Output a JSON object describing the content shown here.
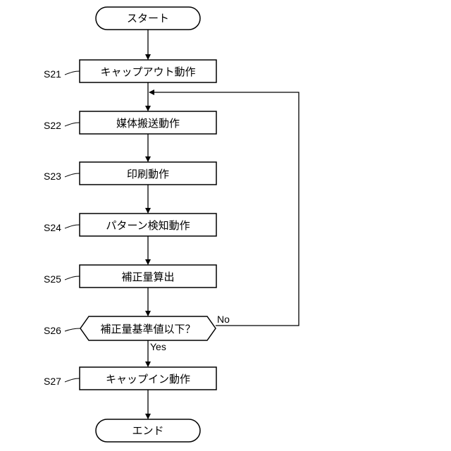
{
  "flow": {
    "start": "スタート",
    "end": "エンド",
    "steps": [
      {
        "id": "S21",
        "label": "キャップアウト動作"
      },
      {
        "id": "S22",
        "label": "媒体搬送動作"
      },
      {
        "id": "S23",
        "label": "印刷動作"
      },
      {
        "id": "S24",
        "label": "パターン検知動作"
      },
      {
        "id": "S25",
        "label": "補正量算出"
      }
    ],
    "decision": {
      "id": "S26",
      "label": "補正量基準値以下？",
      "yes": "Yes",
      "no": "No"
    },
    "final_step": {
      "id": "S27",
      "label": "キャップイン動作"
    }
  }
}
